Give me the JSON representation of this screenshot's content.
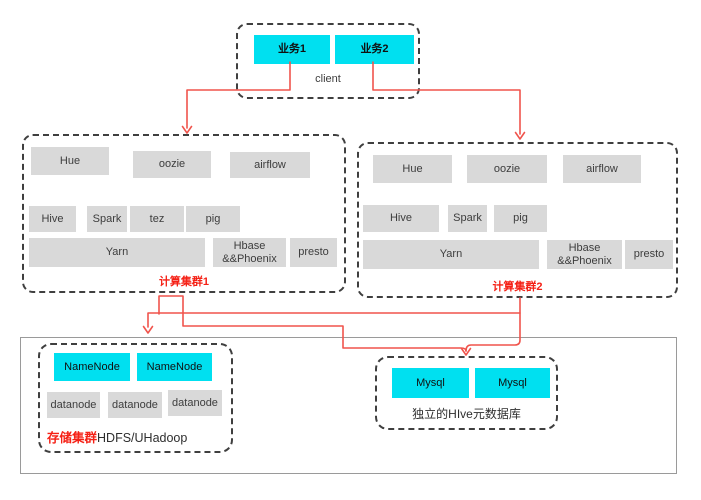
{
  "client": {
    "label": "client",
    "nodes": [
      "业务1",
      "业务2"
    ]
  },
  "cluster1": {
    "label": "计算集群1",
    "row1": [
      "Hue",
      "oozie",
      "airflow"
    ],
    "row2": [
      "Hive",
      "Spark",
      "tez",
      "pig"
    ],
    "row3": [
      "Yarn",
      "Hbase &&Phoenix",
      "presto"
    ]
  },
  "cluster2": {
    "label": "计算集群2",
    "row1": [
      "Hue",
      "oozie",
      "airflow"
    ],
    "row2": [
      "Hive",
      "Spark",
      "pig"
    ],
    "row3": [
      "Yarn",
      "Hbase &&Phoenix",
      "presto"
    ]
  },
  "storage": {
    "label_red": "存储集群",
    "label_black": "HDFS/UHadoop",
    "namenodes": [
      "NameNode",
      "NameNode"
    ],
    "datanodes": [
      "datanode",
      "datanode",
      "datanode"
    ]
  },
  "metastore": {
    "label": "独立的HIve元数据库",
    "nodes": [
      "Mysql",
      "Mysql"
    ]
  },
  "connections": [
    {
      "from": "业务1",
      "to": "计算集群1"
    },
    {
      "from": "业务2",
      "to": "计算集群2"
    },
    {
      "from": "计算集群1",
      "to": "存储集群 HDFS/UHadoop"
    },
    {
      "from": "计算集群1",
      "to": "独立的HIve元数据库"
    },
    {
      "from": "计算集群2",
      "to": "存储集群 HDFS/UHadoop"
    },
    {
      "from": "计算集群2",
      "to": "独立的HIve元数据库"
    }
  ],
  "colors": {
    "cyan": "#00e0f0",
    "node_gray": "#d9d9d9",
    "red_line": "#f0544c",
    "red_text": "#f52015",
    "dash_border": "#3f3f3f",
    "outer_border": "#9a9a9a"
  }
}
